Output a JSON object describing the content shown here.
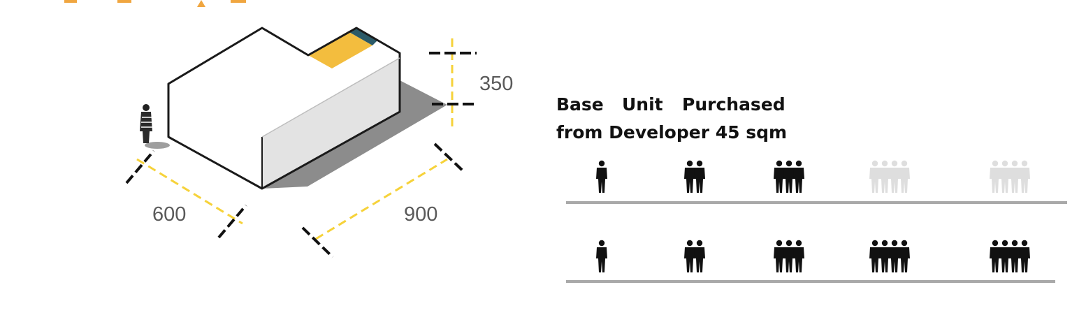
{
  "dimensions": {
    "width": "600",
    "depth": "900",
    "height": "350"
  },
  "caption": {
    "line1": [
      "Base",
      "Unit",
      "Purchased"
    ],
    "line2": "from Developer 45 sqm"
  },
  "occupancy_rows": [
    {
      "groups": [
        {
          "people": 1,
          "faded": false
        },
        {
          "people": 2,
          "faded": false
        },
        {
          "people": 3,
          "faded": false
        },
        {
          "people": 4,
          "faded": true
        },
        {
          "people": 4,
          "faded": true
        }
      ]
    },
    {
      "groups": [
        {
          "people": 1,
          "faded": false
        },
        {
          "people": 2,
          "faded": false
        },
        {
          "people": 3,
          "faded": false
        },
        {
          "people": 4,
          "faded": false
        },
        {
          "people": 4,
          "faded": false
        }
      ]
    }
  ],
  "colors": {
    "accent_yellow": "#f6d23a",
    "roof_yellow": "#f3bd3e",
    "roof_teal": "#2b5a68",
    "shadow": "#8c8c8c",
    "line_gray": "#a9a9a9",
    "person": "#111111",
    "person_faded": "#dedede"
  }
}
